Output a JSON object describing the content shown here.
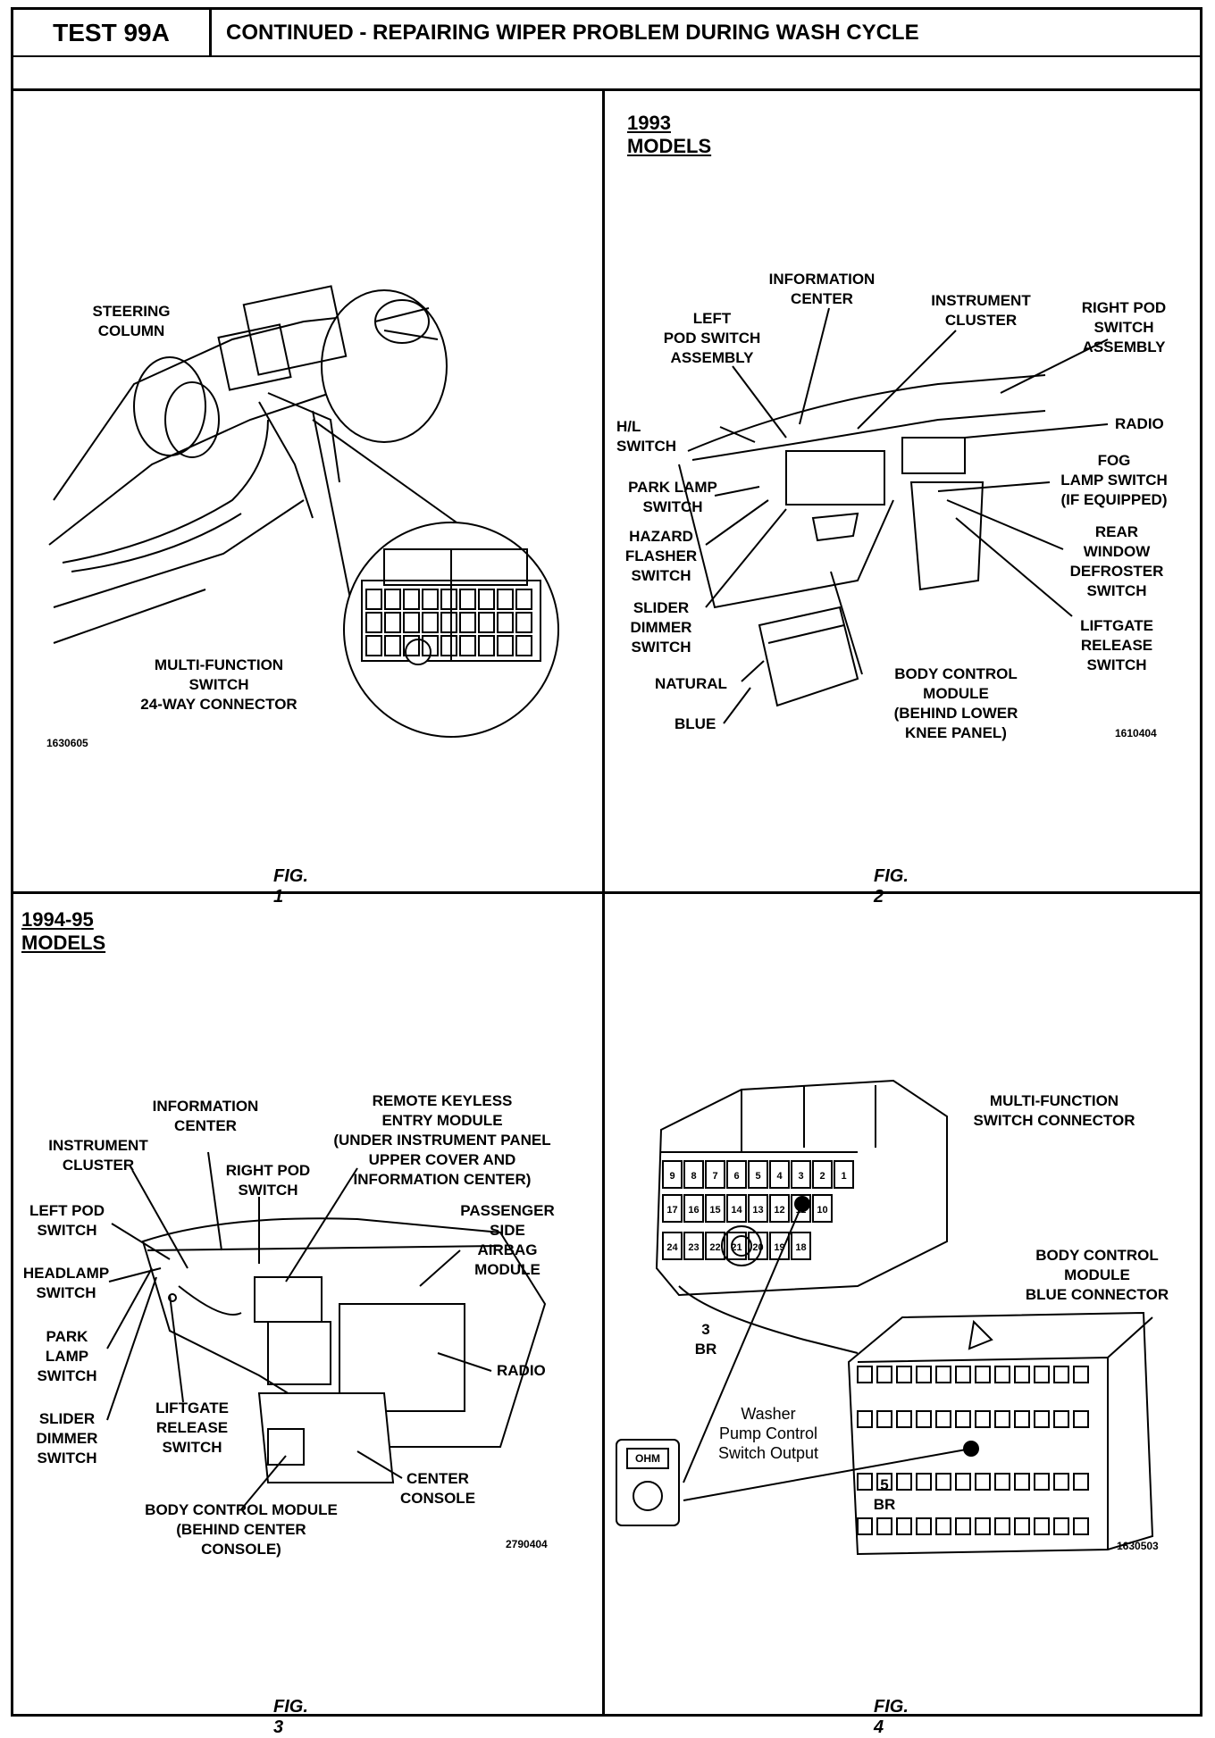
{
  "header": {
    "test_label": "TEST 99A",
    "title": "CONTINUED - REPAIRING WIPER PROBLEM DURING WASH CYCLE"
  },
  "fig1": {
    "caption": "FIG. 1",
    "labels": {
      "steering_column": "STEERING\nCOLUMN",
      "multi_function": "MULTI-FUNCTION\nSWITCH\n24-WAY CONNECTOR"
    },
    "code": "1630605"
  },
  "fig2": {
    "heading": "1993 MODELS",
    "caption": "FIG. 2",
    "labels": {
      "information_center": "INFORMATION\nCENTER",
      "left_pod": "LEFT\nPOD SWITCH\nASSEMBLY",
      "instrument_cluster": "INSTRUMENT\nCLUSTER",
      "right_pod": "RIGHT POD\nSWITCH\nASSEMBLY",
      "hl_switch": "H/L SWITCH",
      "radio": "RADIO",
      "park_lamp": "PARK LAMP\nSWITCH",
      "fog_lamp": "FOG\nLAMP SWITCH\n(IF EQUIPPED)",
      "hazard": "HAZARD\nFLASHER\nSWITCH",
      "rear_window": "REAR\nWINDOW\nDEFROSTER\nSWITCH",
      "slider": "SLIDER\nDIMMER\nSWITCH",
      "liftgate": "LIFTGATE\nRELEASE\nSWITCH",
      "natural": "NATURAL",
      "blue": "BLUE",
      "bcm": "BODY CONTROL\nMODULE\n(BEHIND LOWER\nKNEE PANEL)"
    },
    "code": "1610404"
  },
  "fig3": {
    "heading": "1994-95 MODELS",
    "caption": "FIG. 3",
    "labels": {
      "information_center": "INFORMATION\nCENTER",
      "remote_keyless": "REMOTE KEYLESS\nENTRY MODULE\n(UNDER INSTRUMENT PANEL\nUPPER COVER AND\nINFORMATION CENTER)",
      "instrument_cluster": "INSTRUMENT\nCLUSTER",
      "right_pod": "RIGHT POD\nSWITCH",
      "left_pod": "LEFT POD\nSWITCH",
      "passenger_airbag": "PASSENGER\nSIDE\nAIRBAG\nMODULE",
      "headlamp": "HEADLAMP\nSWITCH",
      "park_lamp": "PARK\nLAMP\nSWITCH",
      "radio": "RADIO",
      "slider": "SLIDER\nDIMMER\nSWITCH",
      "liftgate": "LIFTGATE\nRELEASE\nSWITCH",
      "center_console": "CENTER\nCONSOLE",
      "bcm": "BODY CONTROL MODULE\n(BEHIND CENTER\nCONSOLE)"
    },
    "code": "2790404"
  },
  "fig4": {
    "caption": "FIG. 4",
    "labels": {
      "mf_connector": "MULTI-FUNCTION\nSWITCH CONNECTOR",
      "bcm_blue": "BODY CONTROL\nMODULE\nBLUE CONNECTOR",
      "pin3": "3\nBR",
      "washer": "Washer\nPump Control\nSwitch Output",
      "pin5": "5\nBR",
      "meter": "OHM"
    },
    "pins": [
      "9",
      "8",
      "7",
      "6",
      "5",
      "4",
      "3",
      "2",
      "1",
      "17",
      "16",
      "15",
      "14",
      "13",
      "12",
      "11",
      "10",
      "24",
      "23",
      "22",
      "21",
      "20",
      "19",
      "18"
    ],
    "code": "1630503"
  }
}
